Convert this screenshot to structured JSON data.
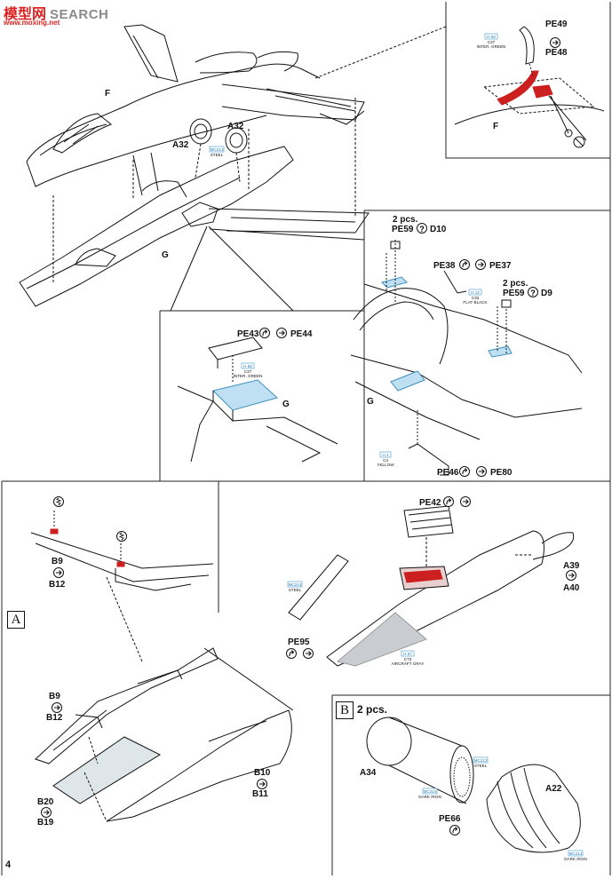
{
  "watermark": {
    "cn": "模型网",
    "en": "SEARCH",
    "url": "www.moxing.net"
  },
  "page_number": "4",
  "steps": {
    "A": {
      "letter": "A"
    },
    "B": {
      "letter": "B",
      "qty": "2 pcs."
    }
  },
  "labels": {
    "F_main": "F",
    "G_main": "G",
    "A32_left": "A32",
    "A32_right": "A32",
    "PE49": "PE49",
    "PE48": "PE48",
    "F_inset": "F",
    "qty_top": "2 pcs.",
    "PE59_top": "PE59",
    "D10": "D10",
    "PE38": "PE38",
    "PE37": "PE37",
    "qty_mid": "2 pcs.",
    "PE59_mid": "PE59",
    "D9": "D9",
    "G_right": "G",
    "PE46": "PE46",
    "PE80": "PE80",
    "PE43": "PE43",
    "PE44": "PE44",
    "G_center": "G",
    "B9_top": "B9",
    "B12_top": "B12",
    "PE42": "PE42",
    "A39": "A39",
    "A40": "A40",
    "PE95": "PE95",
    "B9_bottom": "B9",
    "B12_bottom": "B12",
    "B10": "B10",
    "B11": "B11",
    "B20": "B20",
    "B19": "B19",
    "A34": "A34",
    "A22": "A22",
    "PE66": "PE66"
  },
  "color_callouts": {
    "h58_top": {
      "code": "H 58",
      "c": "C27",
      "name": "INTER. GREEN"
    },
    "mc213_top": {
      "code": "MC213",
      "name": "STEEL"
    },
    "h12": {
      "code": "H 12",
      "c": "C33",
      "name": "FLAT BLACK"
    },
    "h58_mid": {
      "code": "H 58",
      "c": "C27",
      "name": "INTER. GREEN"
    },
    "h4": {
      "code": "H 4",
      "c": "C4",
      "name": "YELLOW"
    },
    "mc213_pe95": {
      "code": "MC213",
      "name": "STEEL"
    },
    "h57": {
      "code": "H 57",
      "c": "C73",
      "name": "AIRCRAFT GRAY"
    },
    "mc213_b": {
      "code": "MC213",
      "name": "STEEL"
    },
    "mc214_b1": {
      "code": "MC214",
      "name": "DARK IRON"
    },
    "mc214_b2": {
      "code": "MC214",
      "name": "DARK IRON"
    }
  },
  "colors": {
    "line": "#111111",
    "accent_blue": "#5aa9d6",
    "pe_red": "#cc1f1f",
    "gray_fill": "#c9ccd0"
  }
}
